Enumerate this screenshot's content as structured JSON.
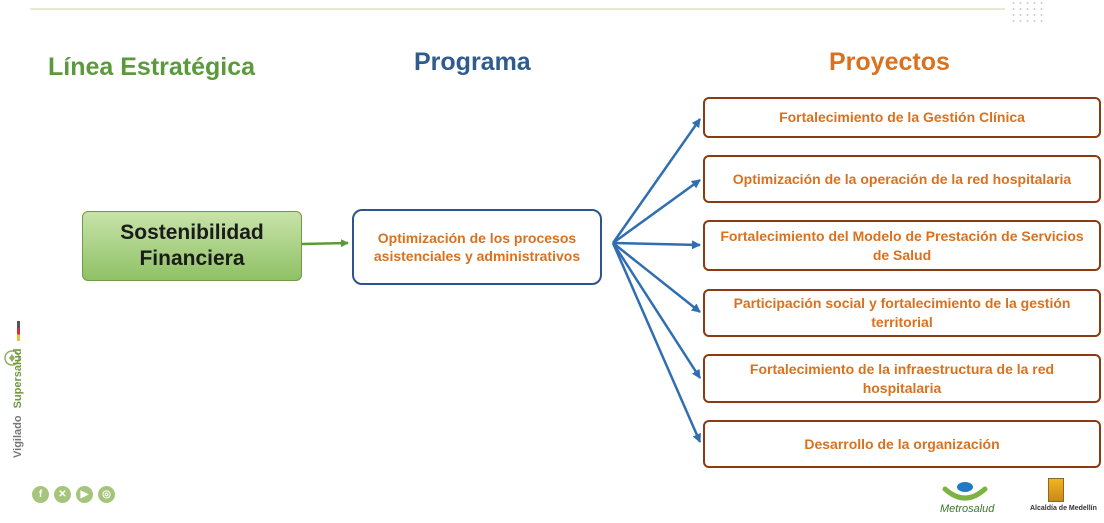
{
  "headers": {
    "linea": "Línea Estratégica",
    "programa": "Programa",
    "proyectos": "Proyectos"
  },
  "linea_box": {
    "line1": "Sostenibilidad",
    "line2": "Financiera"
  },
  "programa_box": {
    "text": "Optimización de los procesos asistenciales y administrativos"
  },
  "proyectos": [
    {
      "text": "Fortalecimiento de la Gestión Clínica"
    },
    {
      "text": "Optimización de la operación de la red hospitalaria"
    },
    {
      "text": "Fortalecimiento del Modelo de Prestación de Servicios de Salud"
    },
    {
      "text": "Participación social y fortalecimiento de la gestión territorial"
    },
    {
      "text": "Fortalecimiento de la infraestructura de la red hospitalaria"
    },
    {
      "text": "Desarrollo de la organización"
    }
  ],
  "footer": {
    "vigilado": "Vigilado",
    "supersalud": "Supersalud",
    "metrosalud": "Metrosalud",
    "alcaldia": "Alcaldía de Medellín"
  },
  "social_icons": [
    "facebook-icon",
    "x-icon",
    "youtube-icon",
    "instagram-icon"
  ],
  "colors": {
    "linea_green": "#5b9a3c",
    "programa_blue": "#2e5c8c",
    "proyectos_orange": "#d9711e",
    "project_border": "#8b3a12",
    "arrow_blue": "#2f6fb1"
  }
}
